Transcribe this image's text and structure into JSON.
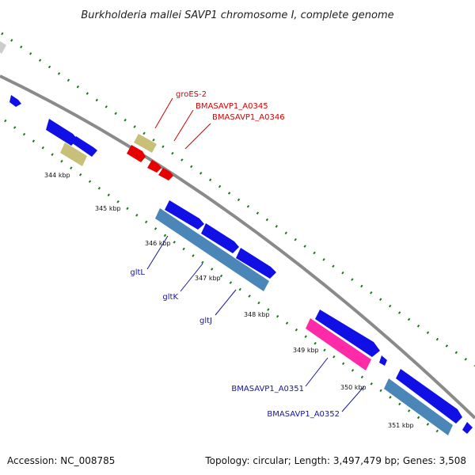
{
  "title": "Burkholderia mallei SAVP1 chromosome I, complete genome",
  "footer": {
    "accession": "Accession: NC_008785",
    "summary": "Topology: circular; Length: 3,497,479 bp; Genes: 3,508"
  },
  "colors": {
    "backbone": "#8a8a8a",
    "tick_dots": "#1a7a1a",
    "forward_gene": "#1010e6",
    "reverse_gene": "#4a86b8",
    "rna_gene": "#c8bf78",
    "highlight_gene": "#ff2aa8",
    "red_gene": "#e60000",
    "grey_gene": "#cccccc",
    "label_red": "#d40000",
    "label_blue": "#1515a0"
  },
  "ticks": [
    "344 kbp",
    "345 kbp",
    "346 kbp",
    "347 kbp",
    "348 kbp",
    "349 kbp",
    "350 kbp",
    "351 kbp"
  ],
  "labels": {
    "groES": "groES-2",
    "a0345": "BMASAVP1_A0345",
    "a0346": "BMASAVP1_A0346",
    "gltL": "gltL",
    "gltK": "gltK",
    "gltJ": "gltJ",
    "a0351": "BMASAVP1_A0351",
    "a0352": "BMASAVP1_A0352"
  }
}
